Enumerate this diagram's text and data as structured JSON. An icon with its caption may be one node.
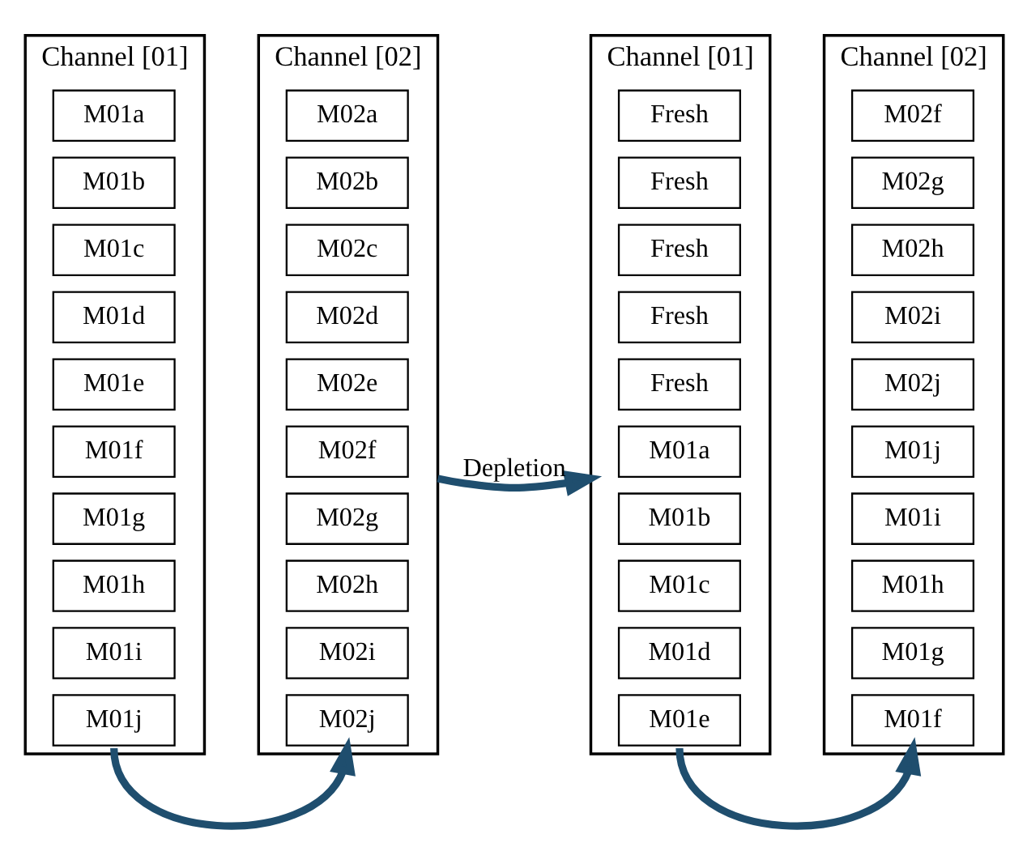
{
  "diagram": {
    "nodes": [
      {
        "text": [
          "Channel [01]"
        ]
      },
      {
        "text": [
          "M01a"
        ],
        "in": 0
      },
      {
        "text": [
          "M01b"
        ],
        "in": 0
      },
      {
        "text": [
          "M01c"
        ],
        "in": 0
      },
      {
        "text": [
          "M01d"
        ],
        "in": 0
      },
      {
        "text": [
          "M01e"
        ],
        "in": 0
      },
      {
        "text": [
          "M01f"
        ],
        "in": 0
      },
      {
        "text": [
          "M01g"
        ],
        "in": 0
      },
      {
        "text": [
          "M01h"
        ],
        "in": 0
      },
      {
        "text": [
          "M01i"
        ],
        "in": 0
      },
      {
        "text": [
          "M01j"
        ],
        "in": 0
      },
      {
        "text": [
          "Channel [02]"
        ]
      },
      {
        "text": [
          "M02a"
        ],
        "in": 11
      },
      {
        "text": [
          "M02b"
        ],
        "in": 11
      },
      {
        "text": [
          "M02c"
        ],
        "in": 11
      },
      {
        "text": [
          "M02d"
        ],
        "in": 11
      },
      {
        "text": [
          "M02e"
        ],
        "in": 11
      },
      {
        "text": [
          "M02f"
        ],
        "in": 11
      },
      {
        "text": [
          "M02g"
        ],
        "in": 11
      },
      {
        "text": [
          "M02h"
        ],
        "in": 11
      },
      {
        "text": [
          "M02i"
        ],
        "in": 11
      },
      {
        "text": [
          "M02j"
        ],
        "in": 11
      },
      {
        "text": [
          "Channel [01]"
        ]
      },
      {
        "text": [
          "Fresh"
        ],
        "in": 22
      },
      {
        "text": [
          "Fresh"
        ],
        "in": 22
      },
      {
        "text": [
          "Fresh"
        ],
        "in": 22
      },
      {
        "text": [
          "Fresh"
        ],
        "in": 22
      },
      {
        "text": [
          "Fresh"
        ],
        "in": 22
      },
      {
        "text": [
          "M01a"
        ],
        "in": 22
      },
      {
        "text": [
          "M01b"
        ],
        "in": 22
      },
      {
        "text": [
          "M01c"
        ],
        "in": 22
      },
      {
        "text": [
          "M01d"
        ],
        "in": 22
      },
      {
        "text": [
          "M01e"
        ],
        "in": 22
      },
      {
        "text": [
          "Channel [02]"
        ]
      },
      {
        "text": [
          "M02f"
        ],
        "in": 33
      },
      {
        "text": [
          "M02g"
        ],
        "in": 33
      },
      {
        "text": [
          "M02h"
        ],
        "in": 33
      },
      {
        "text": [
          "M02i"
        ],
        "in": 33
      },
      {
        "text": [
          "M02j"
        ],
        "in": 33
      },
      {
        "text": [
          "M01j"
        ],
        "in": 33
      },
      {
        "text": [
          "M01i"
        ],
        "in": 33
      },
      {
        "text": [
          "M01h"
        ],
        "in": 33
      },
      {
        "text": [
          "M01g"
        ],
        "in": 33
      },
      {
        "text": [
          "M01f"
        ],
        "in": 33
      }
    ],
    "edges": [
      {
        "from": 0,
        "to": 11,
        "arrow": "to"
      },
      {
        "from": 11,
        "to": 22,
        "arrow": "to",
        "label": "Depletion"
      },
      {
        "from": 22,
        "to": 33,
        "arrow": "to"
      }
    ]
  }
}
